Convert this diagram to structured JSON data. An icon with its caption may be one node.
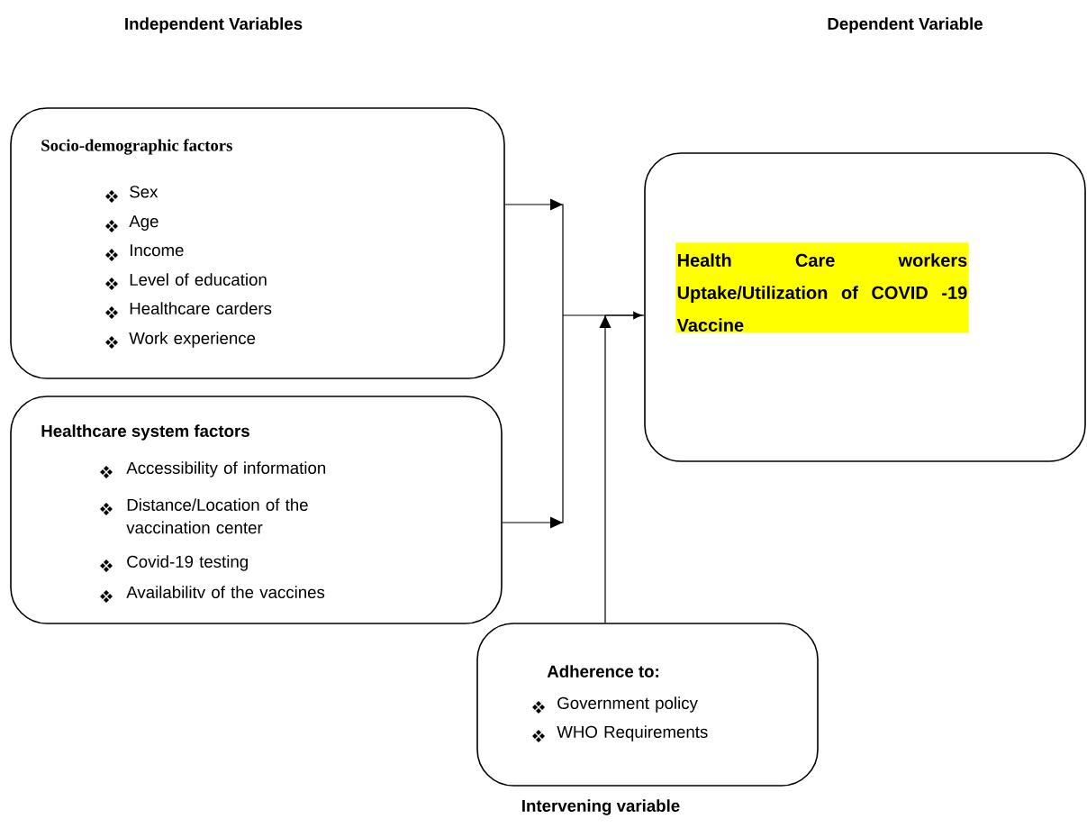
{
  "diagram": {
    "nodes": [
      {
        "text": [
          "Socio-demographic factors",
          "Sex",
          "Age",
          "Income",
          "Level of education",
          "Healthcare carders",
          "Work experience"
        ]
      },
      {
        "text": [
          "Healthcare system factors",
          "Accessibility of information",
          "Distance/Location of the vaccination center",
          "Covid-19 testing",
          "Availabilitv of the vaccines"
        ]
      },
      {
        "text": [
          "Health Care workers Uptake/Utilization of COVID -19 Vaccine"
        ]
      },
      {
        "text": [
          "Adherence to:",
          "Government policy",
          "WHO Requirements"
        ]
      }
    ],
    "edges": [
      {
        "from": 0,
        "to": 2,
        "arrow": "to"
      },
      {
        "from": 1,
        "to": 2,
        "arrow": "to"
      },
      {
        "from": 3,
        "to": 2,
        "arrow": "to"
      }
    ],
    "labels": [
      "Independent Variables",
      "Dependent Variable",
      "Intervening variable"
    ]
  }
}
